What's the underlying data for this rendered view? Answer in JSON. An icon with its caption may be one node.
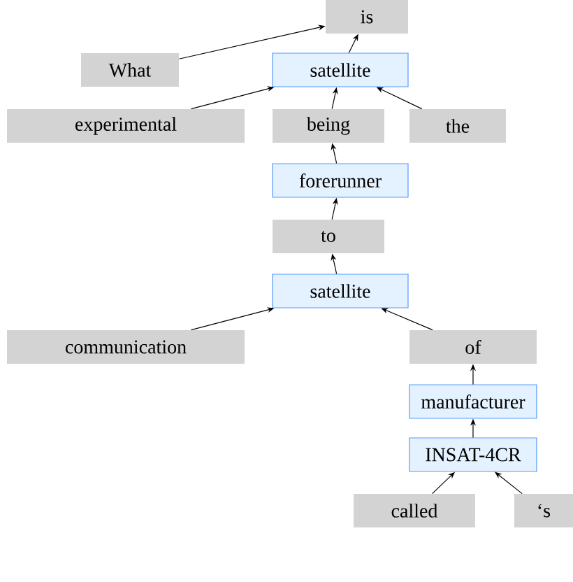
{
  "diagram": {
    "nodes": [
      {
        "text": [
          "is"
        ]
      },
      {
        "text": [
          "What"
        ]
      },
      {
        "text": [
          "satellite"
        ]
      },
      {
        "text": [
          "experimental"
        ]
      },
      {
        "text": [
          "being"
        ]
      },
      {
        "text": [
          "the"
        ]
      },
      {
        "text": [
          "forerunner"
        ]
      },
      {
        "text": [
          "to"
        ]
      },
      {
        "text": [
          "satellite"
        ]
      },
      {
        "text": [
          "communication"
        ]
      },
      {
        "text": [
          "of"
        ]
      },
      {
        "text": [
          "manufacturer"
        ]
      },
      {
        "text": [
          "INSAT-4CR"
        ]
      },
      {
        "text": [
          "called"
        ]
      },
      {
        "text": [
          "‘s"
        ]
      }
    ],
    "edges": [
      {
        "from": 1,
        "to": 0,
        "arrow": "to"
      },
      {
        "from": 2,
        "to": 0,
        "arrow": "to"
      },
      {
        "from": 3,
        "to": 2,
        "arrow": "to"
      },
      {
        "from": 4,
        "to": 2,
        "arrow": "to"
      },
      {
        "from": 5,
        "to": 2,
        "arrow": "to"
      },
      {
        "from": 6,
        "to": 4,
        "arrow": "to"
      },
      {
        "from": 7,
        "to": 6,
        "arrow": "to"
      },
      {
        "from": 8,
        "to": 7,
        "arrow": "to"
      },
      {
        "from": 9,
        "to": 8,
        "arrow": "to"
      },
      {
        "from": 10,
        "to": 8,
        "arrow": "to"
      },
      {
        "from": 11,
        "to": 10,
        "arrow": "to"
      },
      {
        "from": 12,
        "to": 11,
        "arrow": "to"
      },
      {
        "from": 13,
        "to": 12,
        "arrow": "to"
      },
      {
        "from": 14,
        "to": 12,
        "arrow": "to"
      }
    ]
  }
}
